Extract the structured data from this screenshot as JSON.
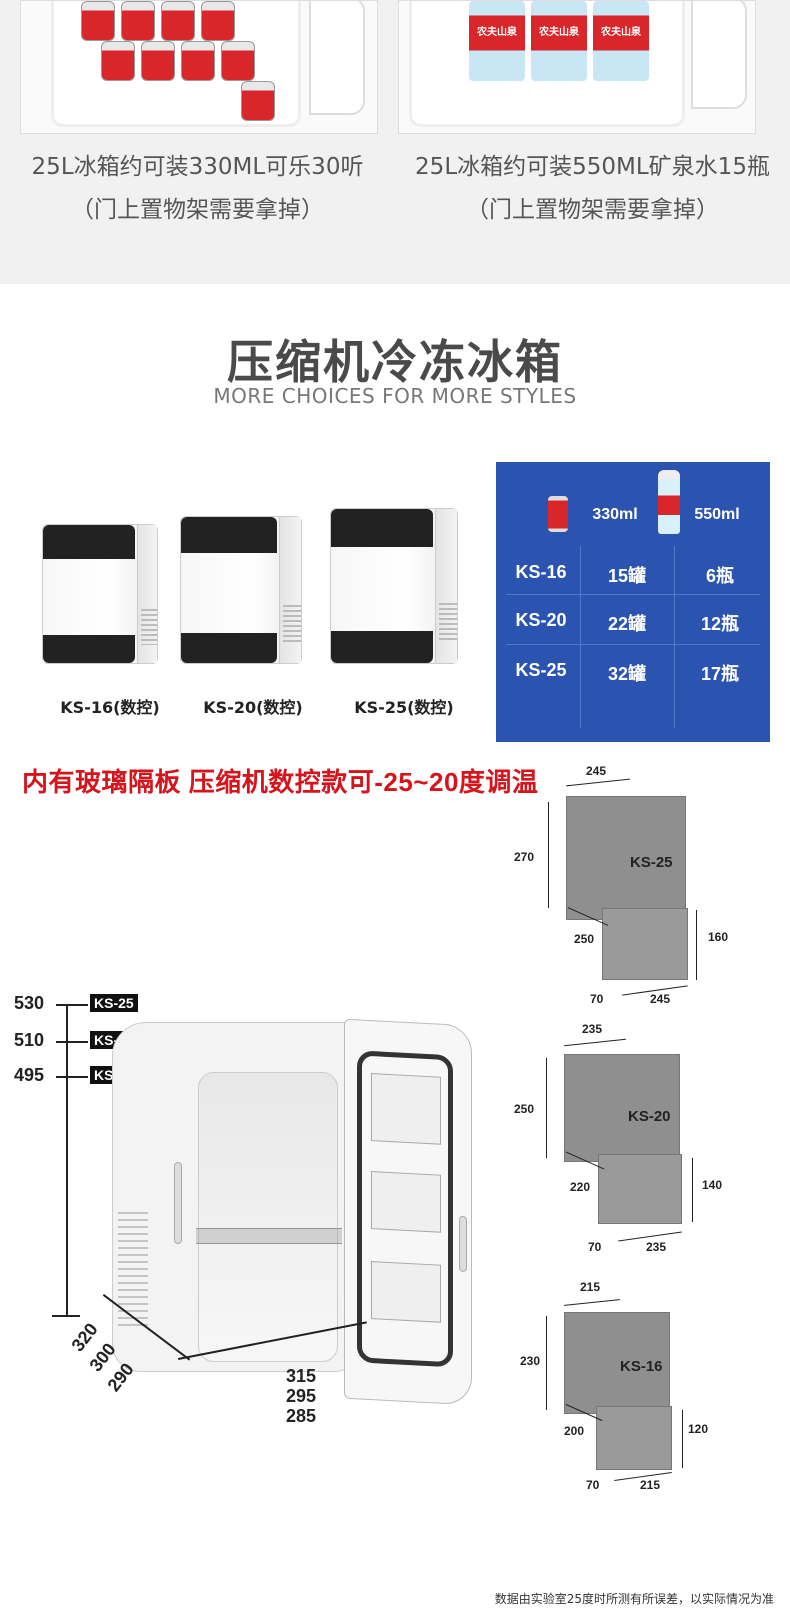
{
  "top": {
    "captions": [
      {
        "line1": "25L冰箱约可装330ML可乐30听",
        "line2": "（门上置物架需要拿掉）"
      },
      {
        "line1": "25L冰箱约可装550ML矿泉水15瓶",
        "line2": "（门上置物架需要拿掉）"
      }
    ],
    "bottle_brand": "农夫山泉"
  },
  "heading": {
    "title": "压缩机冷冻冰箱",
    "subtitle": "MORE CHOICES FOR MORE STYLES"
  },
  "models": [
    {
      "label": "KS-16(数控)"
    },
    {
      "label": "KS-20(数控)"
    },
    {
      "label": "KS-25(数控)"
    }
  ],
  "capacity_table": {
    "headers": [
      "330ml",
      "550ml"
    ],
    "rows": [
      {
        "model": "KS-16",
        "cans": "15罐",
        "bottles": "6瓶"
      },
      {
        "model": "KS-20",
        "cans": "22罐",
        "bottles": "12瓶"
      },
      {
        "model": "KS-25",
        "cans": "32罐",
        "bottles": "17瓶"
      }
    ],
    "colors": {
      "background": "#2b54b0"
    }
  },
  "slogan": {
    "text": "内有玻璃隔板  压缩机数控款可-25~20度调温",
    "color": "#d5141b"
  },
  "height_scale": [
    {
      "value": "530",
      "model": "KS-25"
    },
    {
      "value": "510",
      "model": "KS-20"
    },
    {
      "value": "495",
      "model": "KS-16"
    }
  ],
  "depths": [
    "320",
    "300",
    "290"
  ],
  "widths": [
    "315",
    "295",
    "285"
  ],
  "dimension_diagrams": [
    {
      "name": "KS-25",
      "top_width": "245",
      "upper_height": "270",
      "lower_height": "160",
      "depth": "250",
      "step": "70",
      "bottom_width": "245"
    },
    {
      "name": "KS-20",
      "top_width": "235",
      "upper_height": "250",
      "lower_height": "140",
      "depth": "220",
      "step": "70",
      "bottom_width": "235"
    },
    {
      "name": "KS-16",
      "top_width": "215",
      "upper_height": "230",
      "lower_height": "120",
      "depth": "200",
      "step": "70",
      "bottom_width": "215"
    }
  ],
  "footnote": "数据由实验室25度时所测有所误差，以实际情况为准"
}
